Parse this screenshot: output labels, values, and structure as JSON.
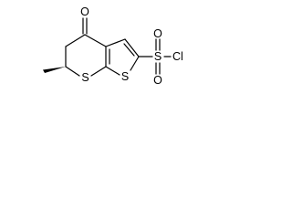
{
  "atoms": {
    "ketone_oxygen": "O",
    "thiopyran_sulfur": "S",
    "thiophene_sulfur": "S",
    "sulfonyl_sulfur": "S",
    "sulfonyl_oxygen_top": "O",
    "sulfonyl_oxygen_bottom": "O",
    "chlorine": "Cl"
  },
  "colors": {
    "bond": "#000000",
    "text": "#000000",
    "background": "#ffffff"
  }
}
